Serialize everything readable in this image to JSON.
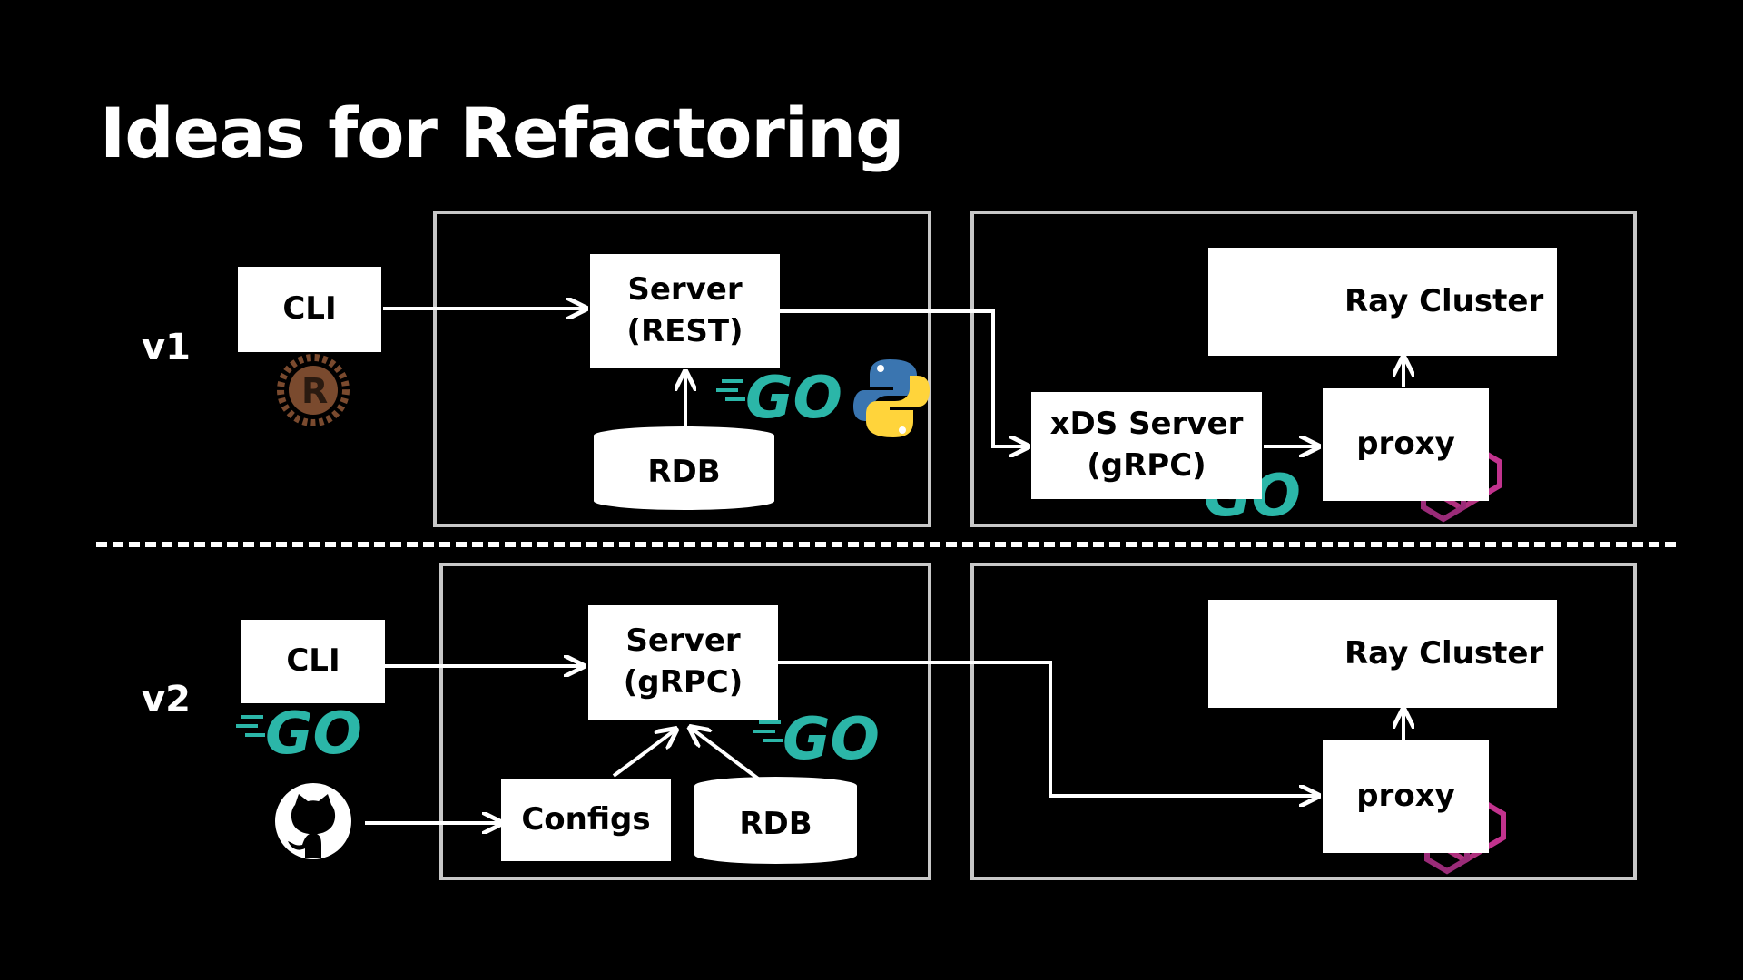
{
  "slide": {
    "title": "Ideas for Refactoring"
  },
  "rows": {
    "v1": {
      "label": "v1",
      "cli": "CLI",
      "server_line1": "Server",
      "server_line2": "(REST)",
      "db": "RDB",
      "xds_line1": "xDS Server",
      "xds_line2": "(gRPC)",
      "ray": "Ray Cluster",
      "proxy": "proxy"
    },
    "v2": {
      "label": "v2",
      "cli": "CLI",
      "server_line1": "Server",
      "server_line2": "(gRPC)",
      "configs": "Configs",
      "db": "RDB",
      "ray": "Ray Cluster",
      "proxy": "proxy"
    }
  },
  "logos": {
    "go_text": "GO",
    "rust_letter": "R"
  },
  "colors": {
    "background": "#000000",
    "frame": "#c8c8c8",
    "go": "#00ADD8",
    "go_teal": "#2bb6a8",
    "python_blue": "#3a75b0",
    "python_yellow": "#ffd43b",
    "ray_blue": "#1a8fe3",
    "envoy_magenta": "#c2338e",
    "rust_brown": "#7a4a2e"
  },
  "icons": [
    "rust-logo-icon",
    "go-logo-icon",
    "python-logo-icon",
    "ray-logo-icon",
    "envoy-logo-icon",
    "github-logo-icon"
  ]
}
